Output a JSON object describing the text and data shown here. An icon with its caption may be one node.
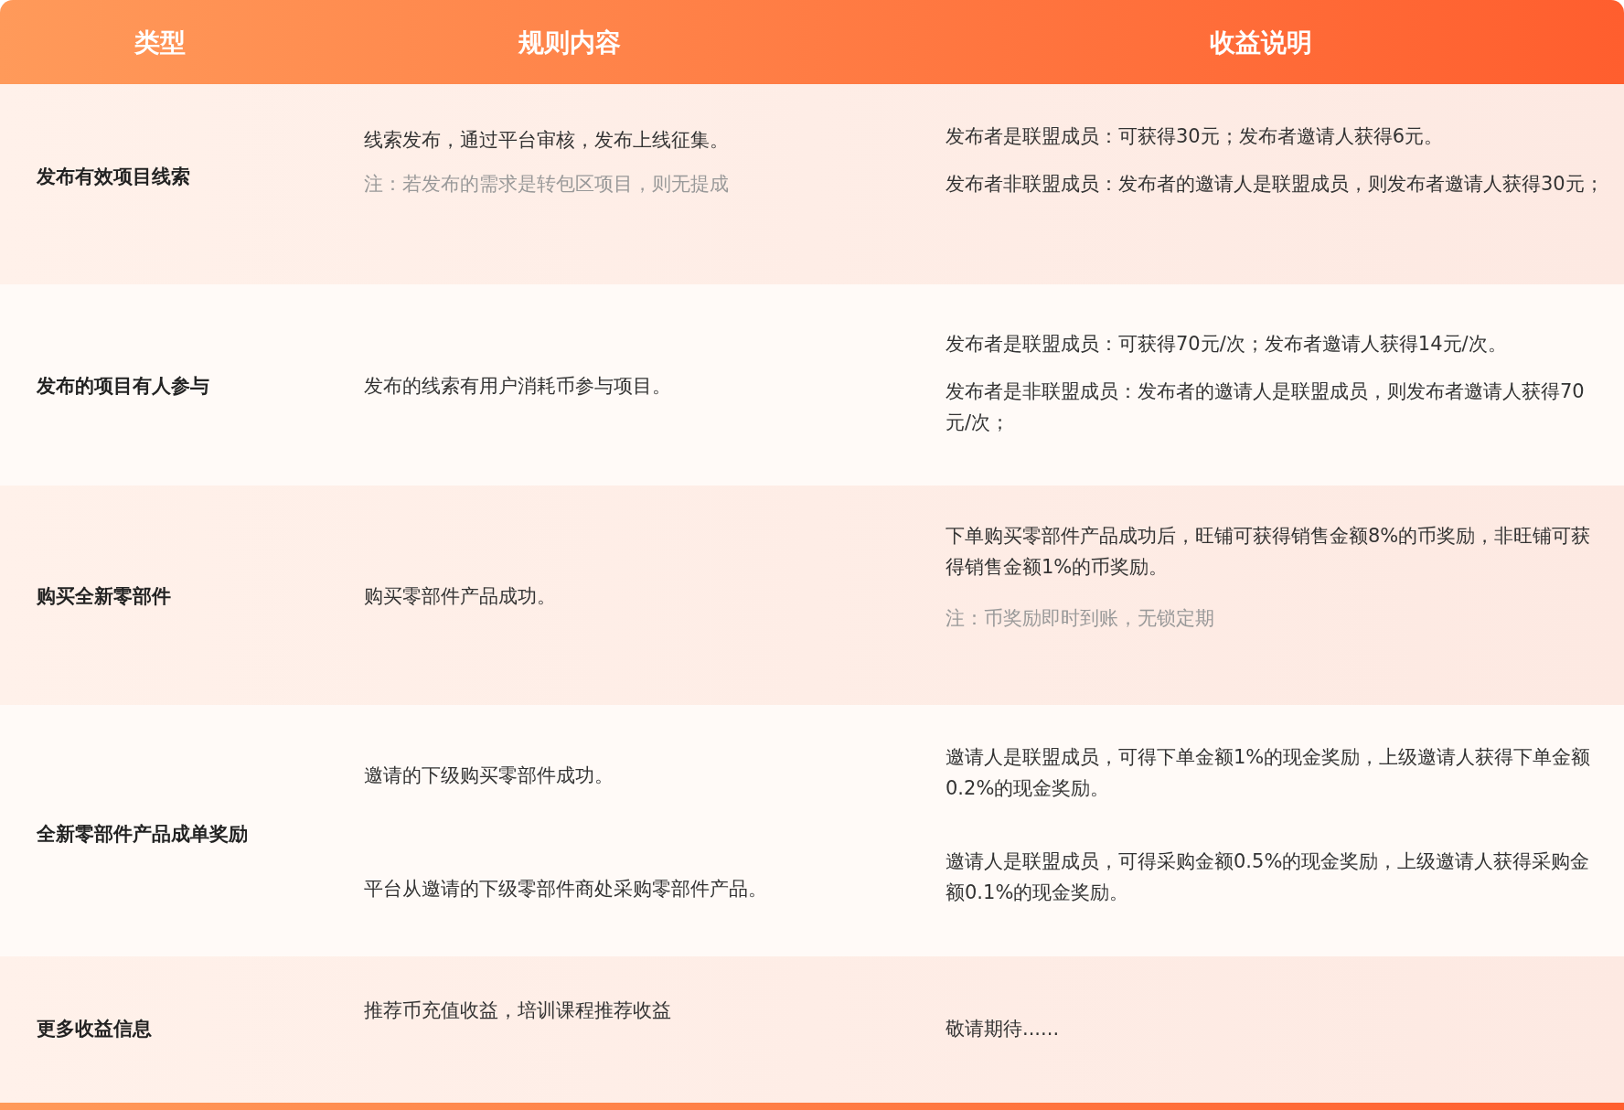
{
  "diagram": {
    "labels": [
      "类型",
      "规则内容",
      "收益说明",
      "发布有效项目线索",
      "线索发布，通过平台审核，发布上线征集。",
      "注：若发布的需求是转包区项目，则无提成",
      "发布者是联盟成员：可获得30元；发布者邀请人获得6元。",
      "发布者非联盟成员：发布者的邀请人是联盟成员，则发布者邀请人获得30元；",
      "发布的项目有人参与",
      "发布的线索有用户消耗币参与项目。",
      "发布者是联盟成员：可获得70元/次；发布者邀请人获得14元/次。",
      "发布者是非联盟成员：发布者的邀请人是联盟成员，则发布者邀请人获得70元/次；",
      "购买全新零部件",
      "购买零部件产品成功。",
      "下单购买零部件产品成功后，旺铺可获得销售金额8%的币奖励，非旺铺可获得销售金额1%的币奖励。",
      "注：币奖励即时到账，无锁定期",
      "全新零部件产品成单奖励",
      "邀请的下级购买零部件成功。",
      "平台从邀请的下级零部件商处采购零部件产品。",
      "邀请人是联盟成员，可得下单金额1%的现金奖励，上级邀请人获得下单金额0.2%的现金奖励。",
      "邀请人是联盟成员，可得采购金额0.5%的现金奖励，上级邀请人获得采购金额0.1%的现金奖励。",
      "更多收益信息",
      "推荐币充值收益，培训课程推荐收益",
      "敬请期待......"
    ]
  }
}
